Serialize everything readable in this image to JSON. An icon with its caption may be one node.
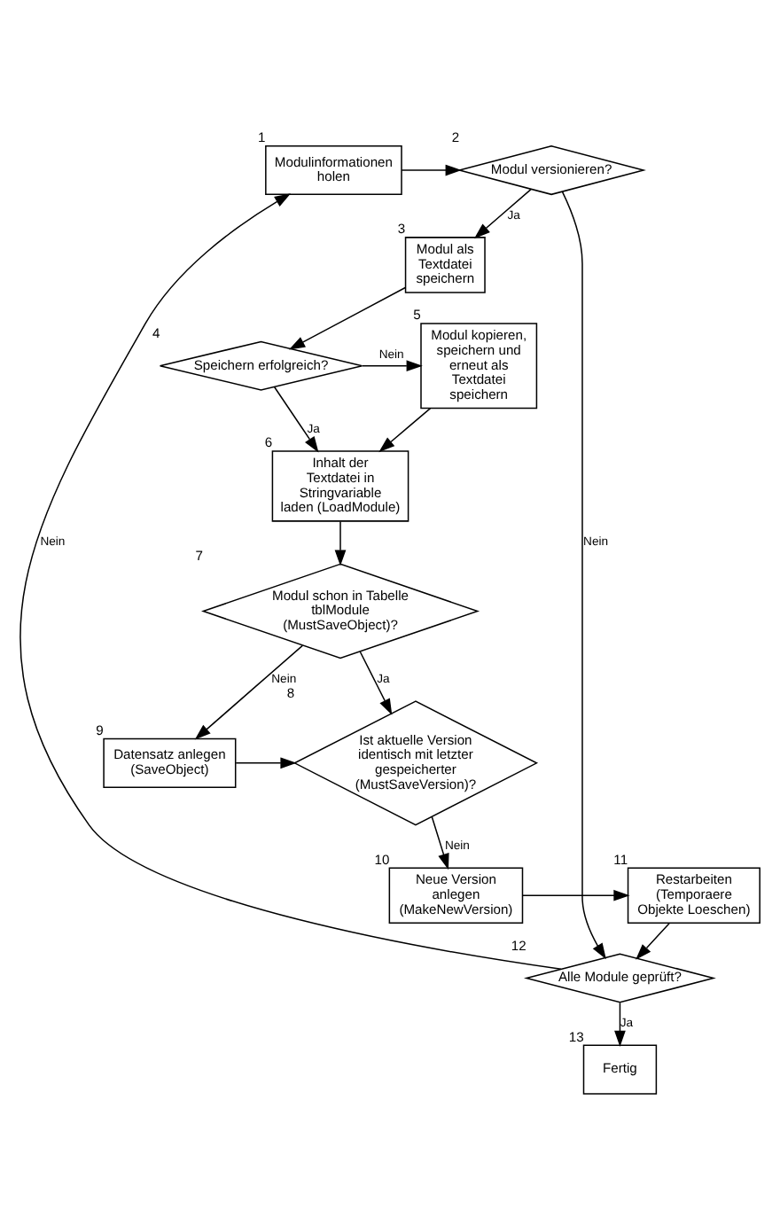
{
  "diagram": {
    "nodes": [
      {
        "text": [
          "Modulinformationen holen"
        ],
        "beside": [
          "1"
        ]
      },
      {
        "text": [
          "Modul versionieren?"
        ],
        "beside": [
          "2"
        ]
      },
      {
        "text": [
          "Modul als Textdatei speichern"
        ],
        "beside": [
          "3"
        ]
      },
      {
        "text": [
          "Speichern erfolgreich?"
        ],
        "beside": [
          "4"
        ]
      },
      {
        "text": [
          "Modul kopieren, speichern und erneut als Textdatei speichern"
        ],
        "beside": [
          "5"
        ]
      },
      {
        "text": [
          "Inhalt der Textdatei in Stringvariable laden (LoadModule)"
        ],
        "beside": [
          "6"
        ]
      },
      {
        "text": [
          "Modul schon in Tabelle tblModule (MustSaveObject)?"
        ],
        "beside": [
          "7"
        ]
      },
      {
        "text": [
          "Ist aktuelle Version identisch mit letzter gespeicherter (MustSaveVersion)?"
        ],
        "beside": [
          "8"
        ]
      },
      {
        "text": [
          "Datensatz anlegen (SaveObject)"
        ],
        "beside": [
          "9"
        ]
      },
      {
        "text": [
          "Neue Version anlegen (MakeNewVersion)"
        ],
        "beside": [
          "10"
        ]
      },
      {
        "text": [
          "Restarbeiten (Temporaere Objekte Loeschen)"
        ],
        "beside": [
          "11"
        ]
      },
      {
        "text": [
          "Alle Module geprüft?"
        ],
        "beside": [
          "12"
        ]
      },
      {
        "text": [
          "Fertig"
        ],
        "beside": [
          "13"
        ]
      }
    ],
    "edges": [
      {
        "from": 0,
        "to": 1,
        "arrow": "to"
      },
      {
        "from": 1,
        "to": 2,
        "arrow": "to",
        "label": "Ja"
      },
      {
        "from": 1,
        "to": 11,
        "arrow": "to",
        "label": "Nein"
      },
      {
        "from": 2,
        "to": 3,
        "arrow": "to"
      },
      {
        "from": 3,
        "to": 4,
        "arrow": "to",
        "label": "Nein"
      },
      {
        "from": 3,
        "to": 5,
        "arrow": "to",
        "label": "Ja"
      },
      {
        "from": 4,
        "to": 5,
        "arrow": "to"
      },
      {
        "from": 5,
        "to": 6,
        "arrow": "to"
      },
      {
        "from": 6,
        "to": 7,
        "arrow": "to",
        "label": "Ja"
      },
      {
        "from": 6,
        "to": 8,
        "arrow": "to",
        "label": "Nein"
      },
      {
        "from": 8,
        "to": 7,
        "arrow": "to"
      },
      {
        "from": 7,
        "to": 9,
        "arrow": "to",
        "label": "Nein"
      },
      {
        "from": 9,
        "to": 10,
        "arrow": "to"
      },
      {
        "from": 10,
        "to": 11,
        "arrow": "to"
      },
      {
        "from": 11,
        "to": 0,
        "arrow": "to",
        "label": "Nein"
      },
      {
        "from": 11,
        "to": 12,
        "arrow": "to",
        "label": "Ja"
      }
    ]
  }
}
